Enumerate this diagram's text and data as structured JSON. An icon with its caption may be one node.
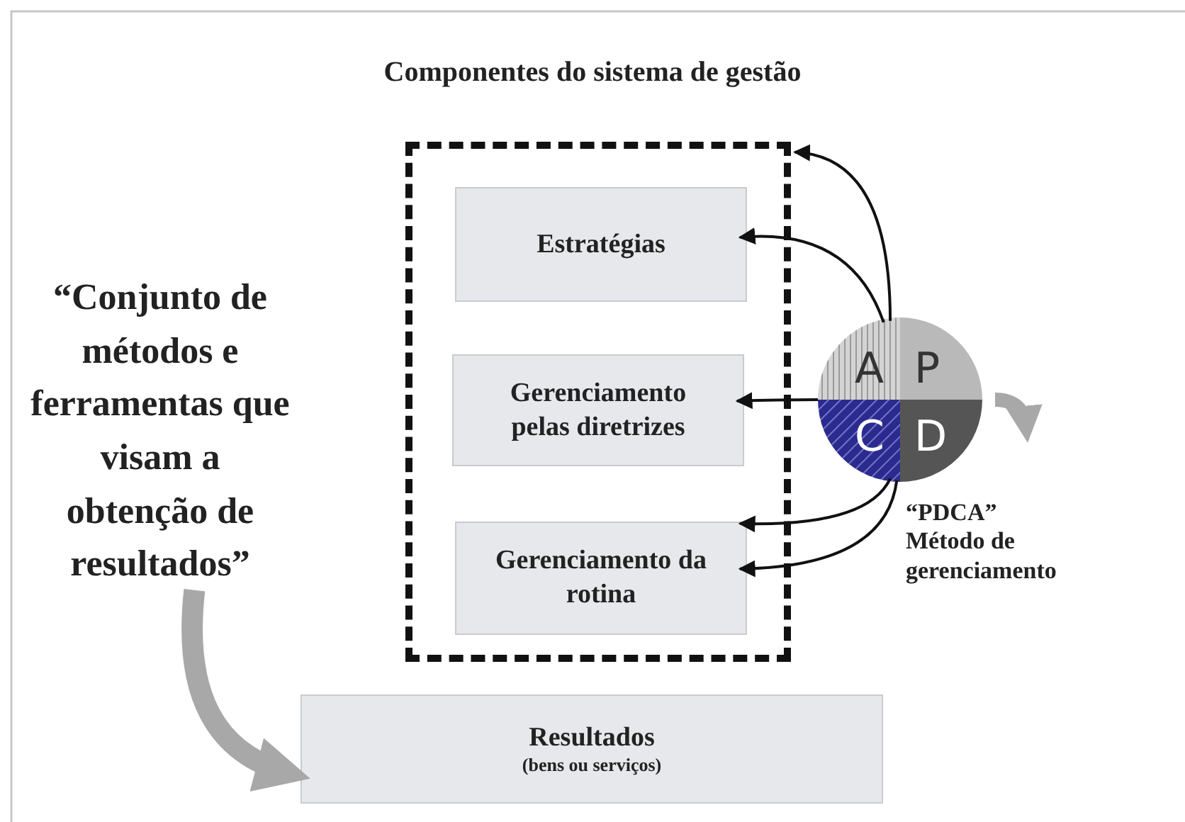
{
  "diagram": {
    "title": "Componentes do sistema de gestão",
    "nodes": [
      {
        "text": [],
        "shape": "box"
      },
      {
        "text": [
          "Estratégias"
        ],
        "in": 0
      },
      {
        "text": [
          "Gerenciamento pelas diretrizes"
        ],
        "in": 0
      },
      {
        "text": [
          "Gerenciamento da rotina"
        ],
        "in": 0
      },
      {
        "text": [
          "A",
          "P",
          "C",
          "D"
        ],
        "beside": [
          "“PDCA” Método de gerenciamento"
        ]
      },
      {
        "text": [
          "“Conjunto de métodos e ferramentas que visam a obtenção de resultados”"
        ]
      },
      {
        "text": [
          "Resultados",
          "(bens ou serviços)"
        ]
      }
    ],
    "edges": [
      {
        "from": 4,
        "to": 0,
        "arrow": "to"
      },
      {
        "from": 4,
        "to": 1,
        "arrow": "to"
      },
      {
        "from": 4,
        "to": 2,
        "arrow": "to"
      },
      {
        "from": 4,
        "to": 3,
        "arrow": "to"
      },
      {
        "from": 4,
        "to": 3,
        "arrow": "to"
      },
      {
        "from": 5,
        "to": 6,
        "arrow": "to",
        "style": "thick",
        "color": "#a8a8a8"
      }
    ]
  }
}
